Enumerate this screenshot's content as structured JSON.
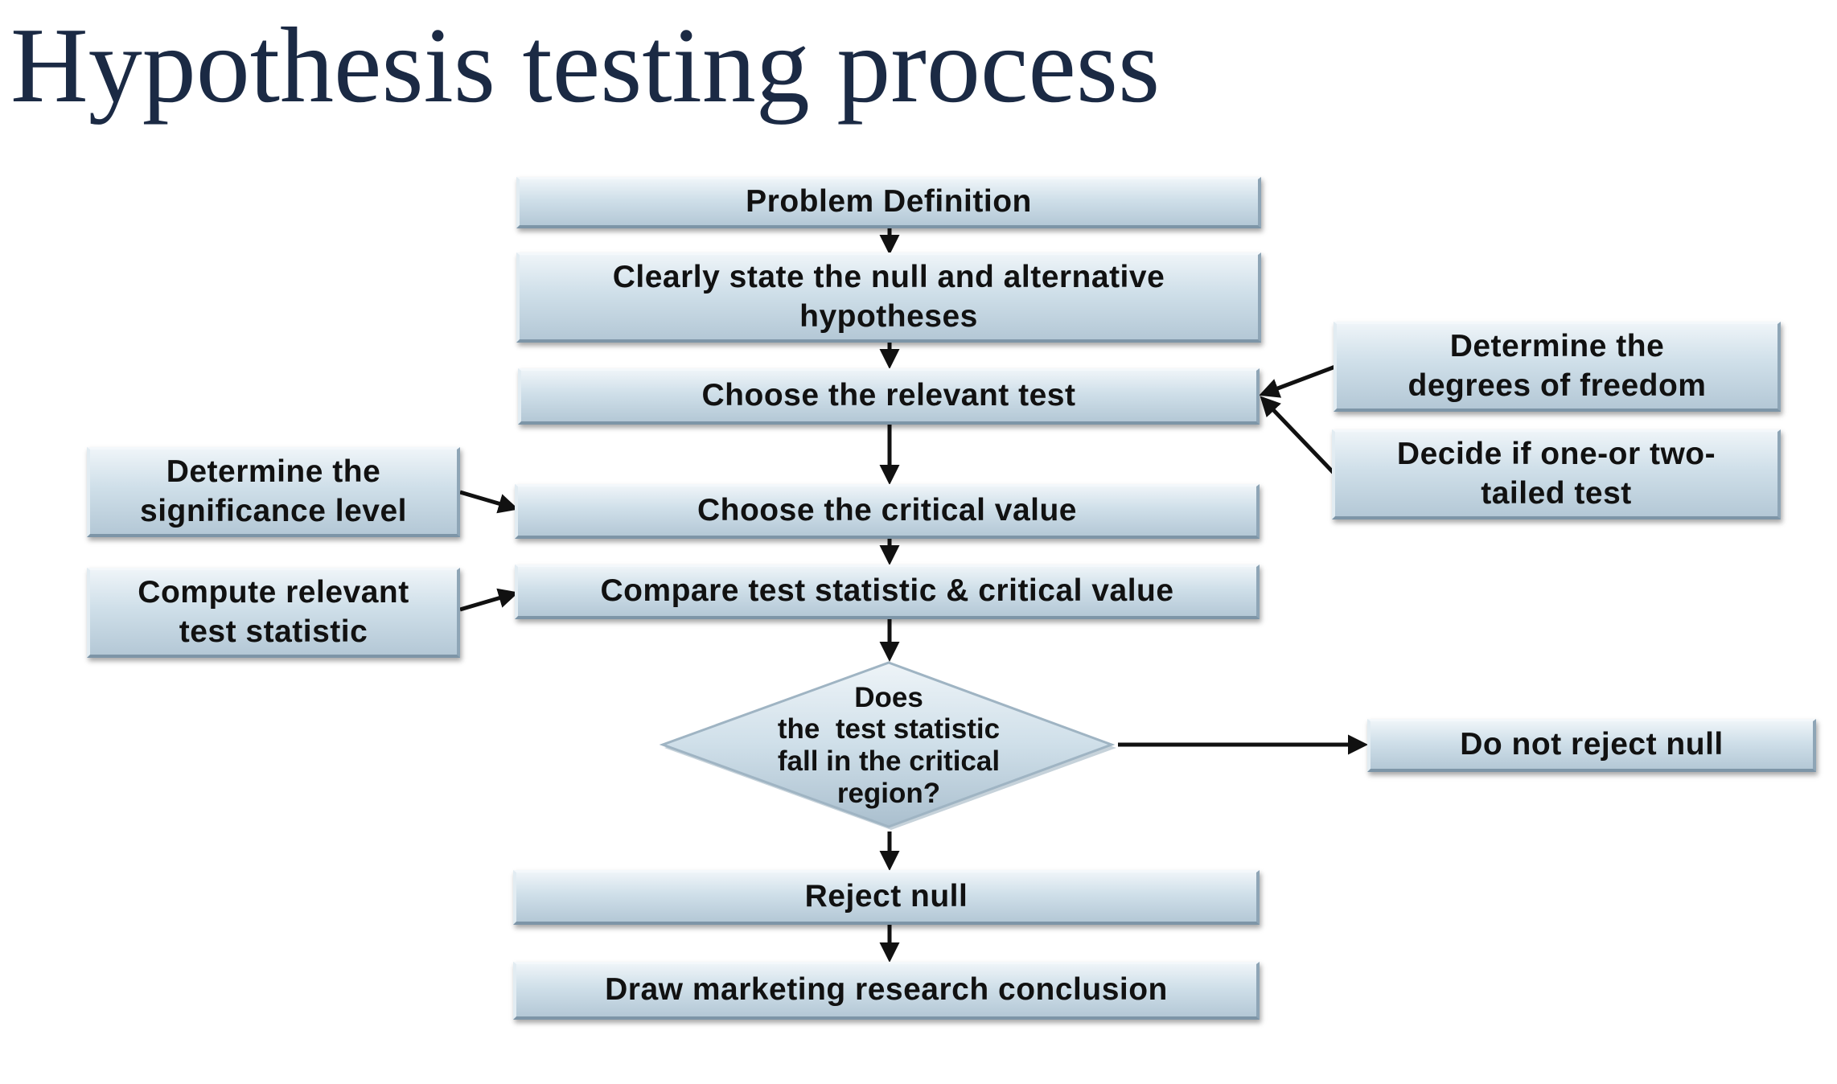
{
  "title": "Hypothesis testing process",
  "steps": {
    "problem_definition": "Problem Definition",
    "state_hypotheses": [
      "Clearly state the null and alternative",
      "hypotheses"
    ],
    "choose_test": "Choose the relevant test",
    "choose_critical_value": "Choose the critical value",
    "compare": "Compare test statistic & critical value",
    "reject_null": "Reject null",
    "draw_conclusion": "Draw marketing research conclusion",
    "do_not_reject": "Do not reject null"
  },
  "side_inputs": {
    "degrees_of_freedom": [
      "Determine the",
      "degrees of freedom"
    ],
    "tail_test": [
      "Decide if one-or two-",
      "tailed test"
    ],
    "significance_level": [
      "Determine the",
      "significance level"
    ],
    "test_statistic": [
      "Compute relevant",
      "test statistic"
    ]
  },
  "decision": {
    "lines": [
      "Does",
      "the  test statistic",
      "fall in the critical",
      "region?"
    ]
  },
  "colors": {
    "title": "#1b2a44",
    "box_light": "#eef4f8",
    "box_mid": "#cfdfe9",
    "box_dark": "#b4c8d6",
    "arrow": "#111111"
  }
}
